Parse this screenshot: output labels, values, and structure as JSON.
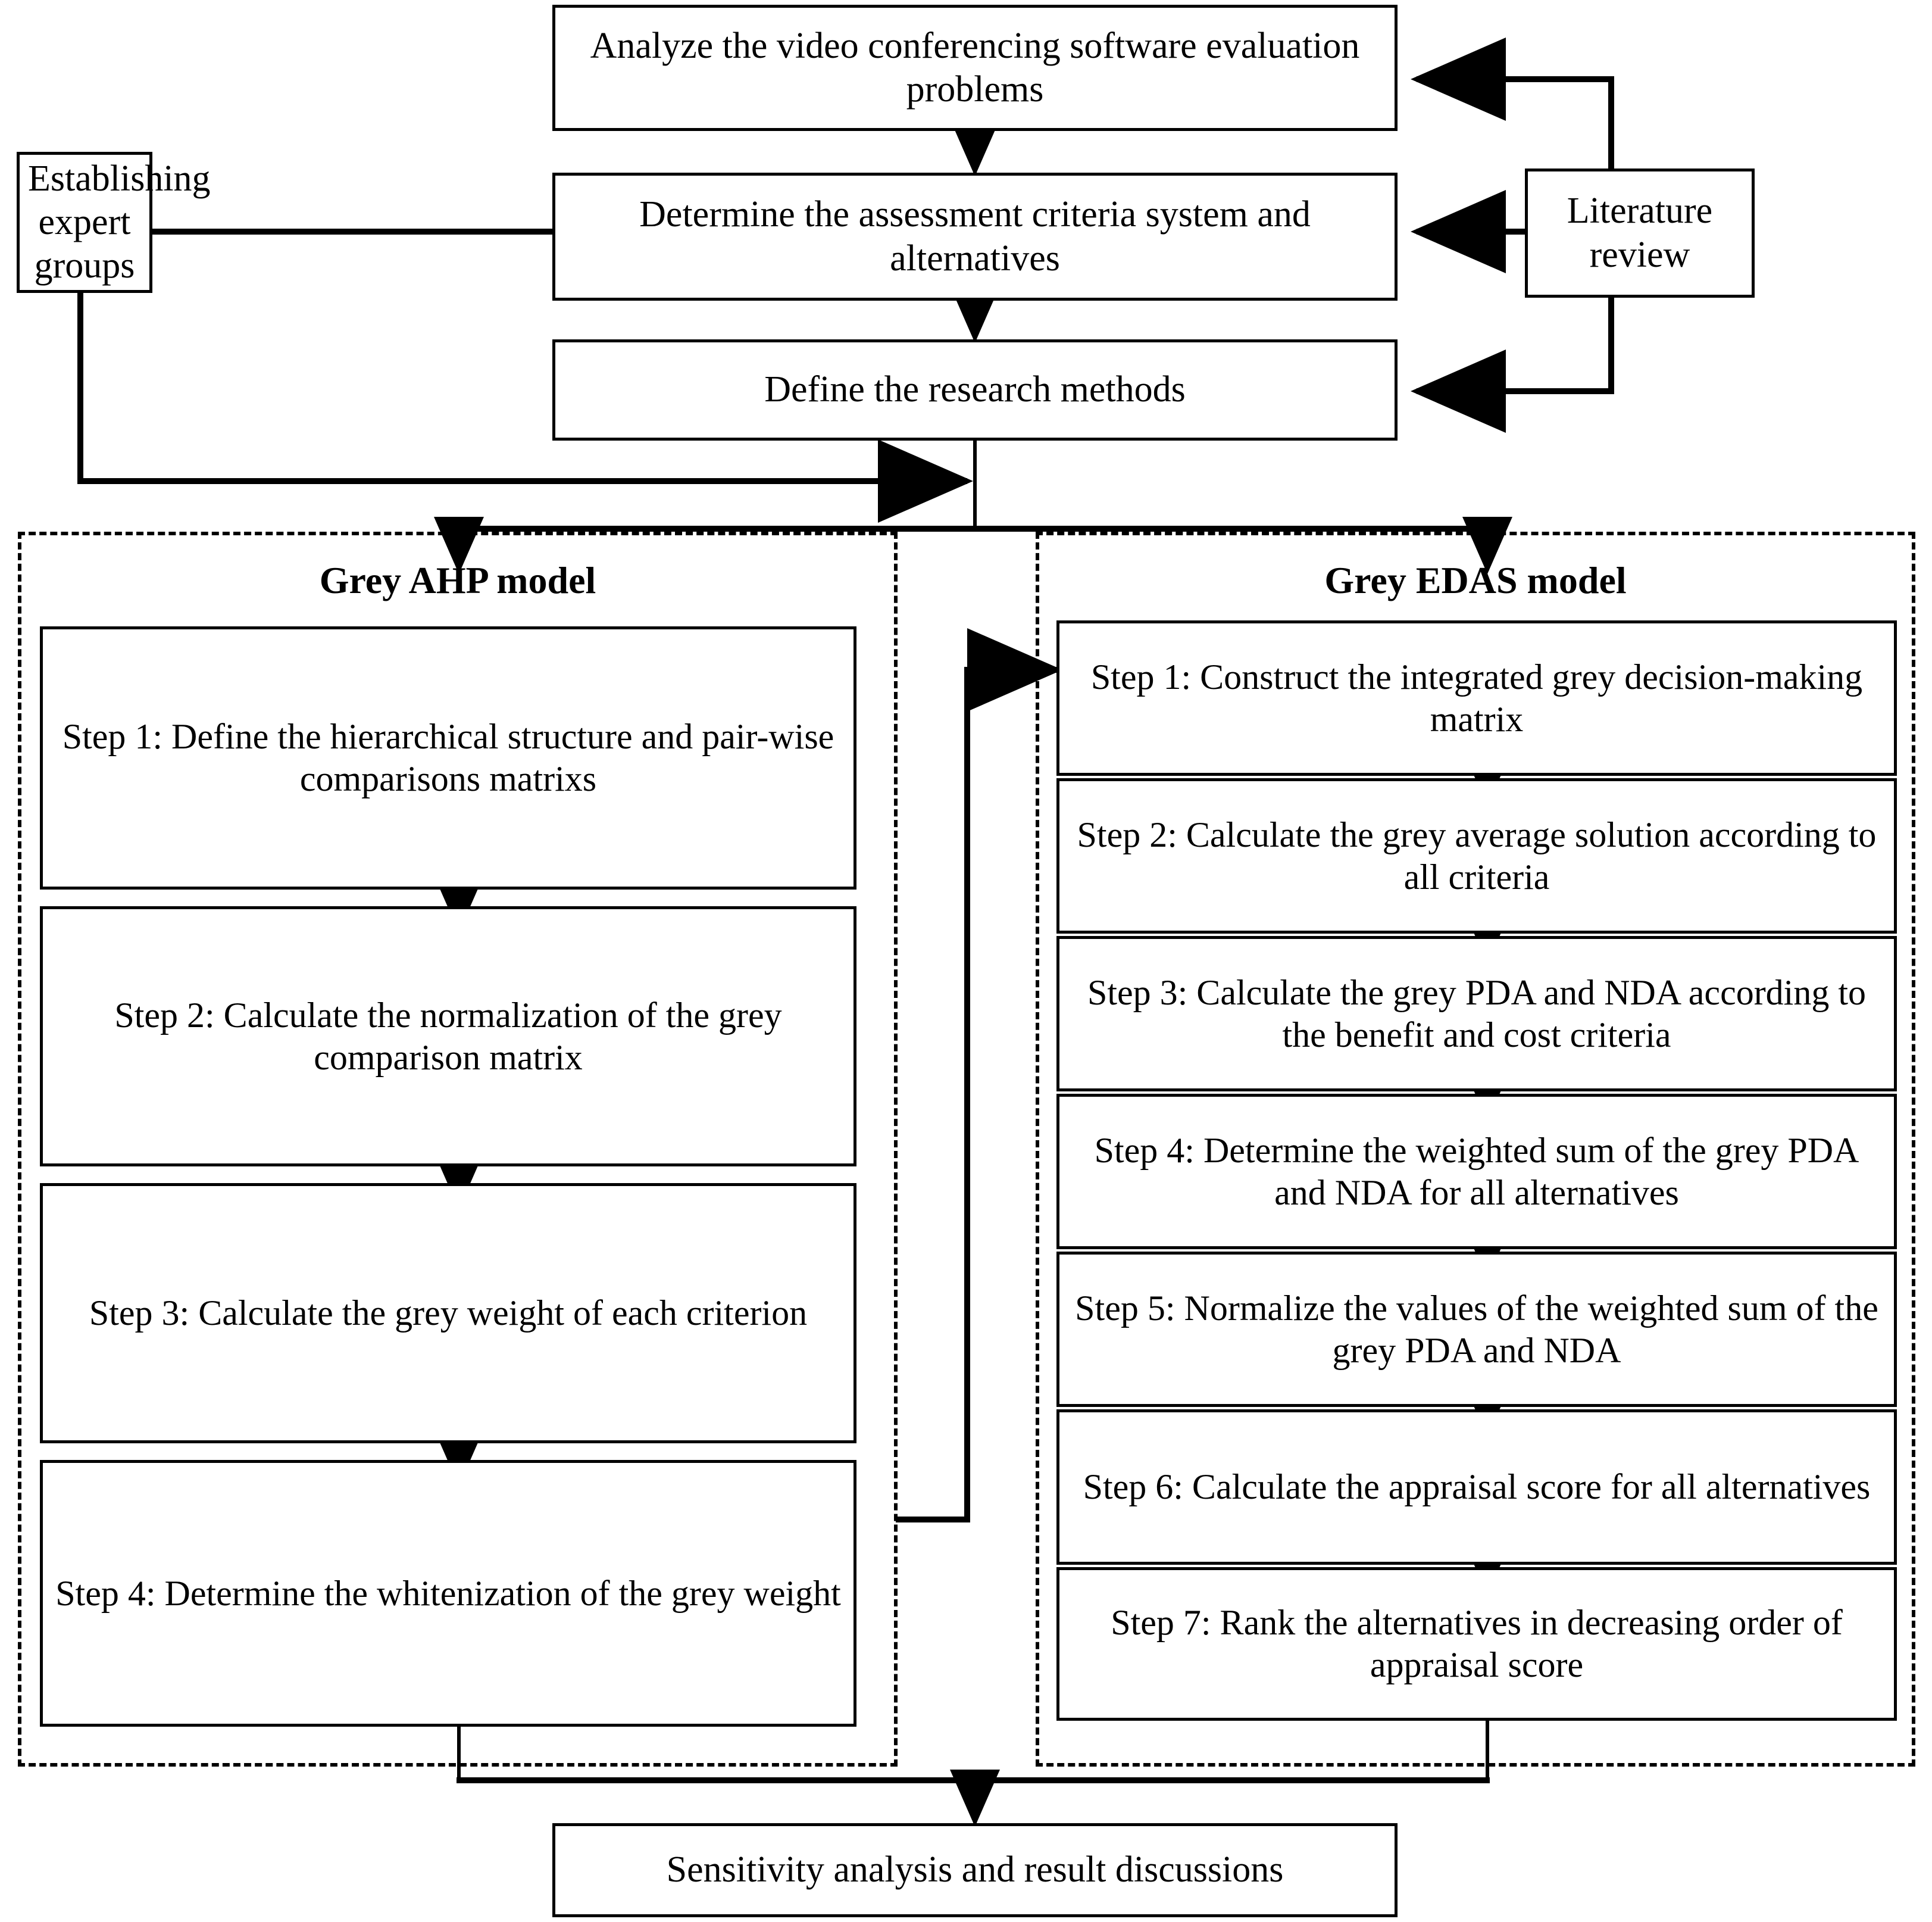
{
  "diagram": {
    "title": "Research framework flowchart of grey AHP and grey EDAS methodology",
    "colors": {
      "stroke": "#000000",
      "background": "#ffffff",
      "text": "#000000"
    }
  },
  "top_nodes": {
    "analyze_problems": "Analyze the video conferencing software evaluation problems",
    "determine_criteria": "Determine the assessment criteria system and alternatives",
    "define_methods": "Define the research methods",
    "expert_groups": "Establishing expert groups",
    "literature_review": "Literature review"
  },
  "ahp_group": {
    "title": "Grey AHP model",
    "steps": [
      "Step 1: Define the hierarchical structure and pair-wise comparisons matrixs",
      "Step 2: Calculate the normalization of the grey comparison matrix",
      "Step 3: Calculate the grey weight of each criterion",
      "Step 4: Determine the whitenization of the grey weight"
    ]
  },
  "edas_group": {
    "title": "Grey EDAS model",
    "steps": [
      "Step 1: Construct the integrated grey decision-making matrix",
      "Step 2: Calculate the grey average solution according to all criteria",
      "Step 3: Calculate the grey PDA and NDA according to the benefit and cost criteria",
      "Step 4: Determine the weighted sum of the grey PDA and NDA for all alternatives",
      "Step 5: Normalize the values of the weighted sum of the grey PDA and NDA",
      "Step 6: Calculate the appraisal score for all alternatives",
      "Step 7: Rank the alternatives in decreasing order of appraisal score"
    ]
  },
  "bottom_node": {
    "sensitivity": "Sensitivity analysis and result discussions"
  }
}
